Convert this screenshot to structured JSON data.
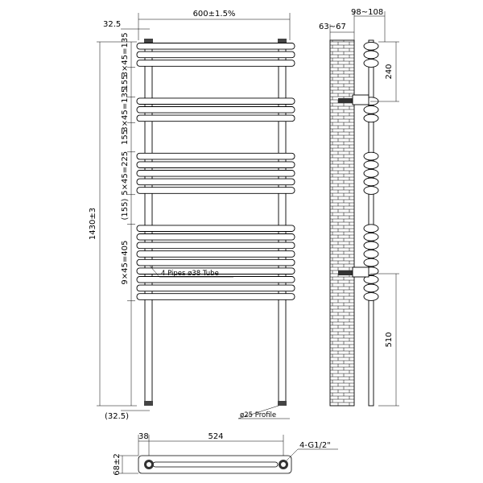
{
  "front": {
    "width_label": "600±1.5%",
    "offset_top": "32.5",
    "height_label": "1430±3",
    "groups": [
      {
        "label": "3×45=135",
        "bars": 3
      },
      {
        "gap": "155"
      },
      {
        "label": "3×45=135",
        "bars": 3
      },
      {
        "gap": "155"
      },
      {
        "label": "5×45=225",
        "bars": 5
      },
      {
        "gap": "(155)"
      },
      {
        "label": "9×45=405",
        "bars": 9
      }
    ],
    "bottom_offset": "(32.5)",
    "pipes_note": "4 Pipes ø38 Tube",
    "profile_note": "ø25 Profile"
  },
  "side": {
    "wall_label": "63~67",
    "depth_label": "98~108",
    "top_bracket": "240",
    "bottom_bracket": "510"
  },
  "bottom": {
    "offset_label": "38",
    "centers_label": "524",
    "connection_label": "4-G1/2\"",
    "depth_label": "68±2"
  }
}
